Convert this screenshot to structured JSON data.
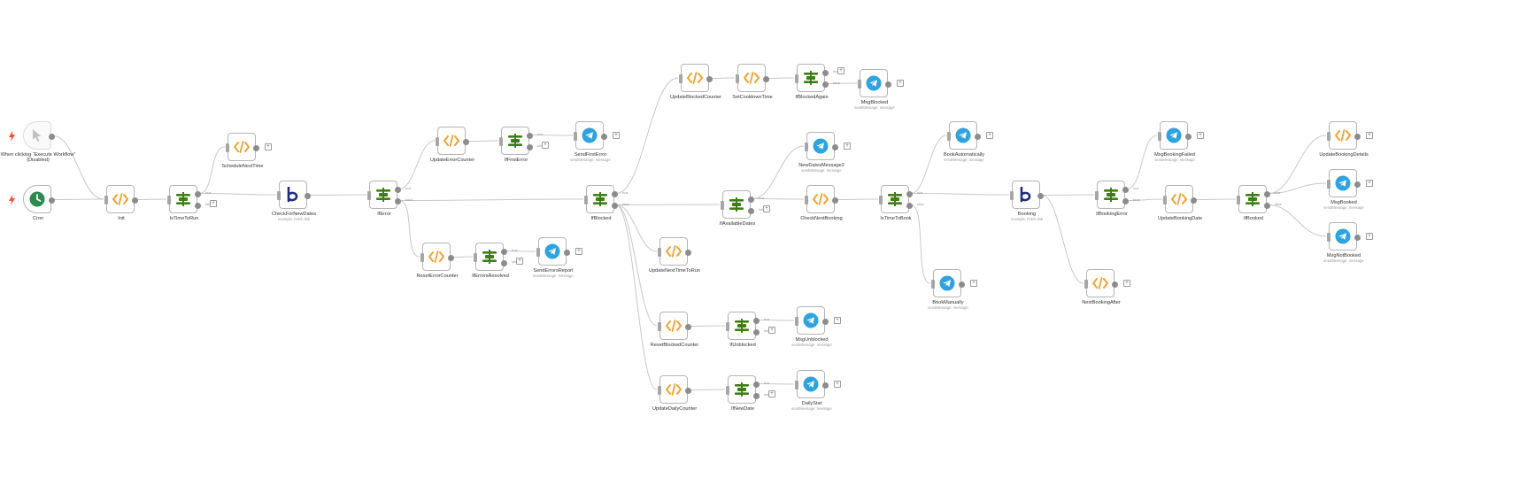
{
  "colors": {
    "canvas_bg": "#ffffff",
    "connection": "#c8c8c8",
    "node_border": "#b4b4b4",
    "code_icon": "#f2a232",
    "if_icon": "#3f7d17",
    "telegram_icon": "#2ea3dd",
    "schedule_icon": "#2b8a4e",
    "http_icon": "#1f2d78",
    "trigger_bolt": "#ff4b3a"
  },
  "condition_labels": {
    "true": "true",
    "false": "false"
  },
  "nodes": [
    {
      "id": "manual",
      "name": "When clicking “Execute Workflow” (Disabled)",
      "icon": "cursor-pointer-icon",
      "kind": "trigger",
      "disabled": true
    },
    {
      "id": "cron",
      "name": "Cron",
      "icon": "clock-icon",
      "kind": "trigger"
    },
    {
      "id": "init",
      "name": "Init",
      "icon": "code-icon",
      "kind": "code"
    },
    {
      "id": "istimetorun",
      "name": "IsTimeToRun",
      "icon": "if-icon",
      "kind": "if"
    },
    {
      "id": "schedulenexttime",
      "name": "ScheduleNextTime",
      "icon": "code-icon",
      "kind": "code"
    },
    {
      "id": "checkfornewdates",
      "name": "CheckForNewDates",
      "subtitle": "example: Fetch link",
      "icon": "http-request-icon",
      "kind": "http"
    },
    {
      "id": "iferror",
      "name": "IfError",
      "icon": "if-icon",
      "kind": "if"
    },
    {
      "id": "updateerrorcounter",
      "name": "UpdateErrorCounter",
      "icon": "code-icon",
      "kind": "code"
    },
    {
      "id": "iffirsterror",
      "name": "IfFirstError",
      "icon": "if-icon",
      "kind": "if"
    },
    {
      "id": "sendfirsterror",
      "name": "SendFirstError",
      "subtitle": "sendMessage: message",
      "icon": "telegram-icon",
      "kind": "telegram"
    },
    {
      "id": "reseterrorcounter",
      "name": "ResetErrorCounter",
      "icon": "code-icon",
      "kind": "code"
    },
    {
      "id": "iferrorsresolved",
      "name": "IfErrorsResolved",
      "icon": "if-icon",
      "kind": "if"
    },
    {
      "id": "senderrorsreport",
      "name": "SendErrorsReport",
      "subtitle": "sendMessage: message",
      "icon": "telegram-icon",
      "kind": "telegram"
    },
    {
      "id": "ifblocked",
      "name": "IfBlocked",
      "icon": "if-icon",
      "kind": "if"
    },
    {
      "id": "updateblockedcounter",
      "name": "UpdateBlockedCounter",
      "icon": "code-icon",
      "kind": "code"
    },
    {
      "id": "setcooldowntime",
      "name": "SetCooldownTime",
      "icon": "code-icon",
      "kind": "code"
    },
    {
      "id": "ifblockedagain",
      "name": "IfBlockedAgain",
      "icon": "if-icon",
      "kind": "if"
    },
    {
      "id": "msgblocked",
      "name": "MsgBlocked",
      "subtitle": "sendMessage: message",
      "icon": "telegram-icon",
      "kind": "telegram"
    },
    {
      "id": "updatenexttimetorun",
      "name": "UpdateNextTimeToRun",
      "icon": "code-icon",
      "kind": "code"
    },
    {
      "id": "resetblockedcounter",
      "name": "ResetBlockedCounter",
      "icon": "code-icon",
      "kind": "code"
    },
    {
      "id": "ifunblocked",
      "name": "IfUnblocked",
      "icon": "if-icon",
      "kind": "if"
    },
    {
      "id": "msgunblocked",
      "name": "MsgUnblocked",
      "subtitle": "sendMessage: message",
      "icon": "telegram-icon",
      "kind": "telegram"
    },
    {
      "id": "updatedailycounter",
      "name": "UpdateDailyCounter",
      "icon": "code-icon",
      "kind": "code"
    },
    {
      "id": "ifnewdate",
      "name": "IfNewDate",
      "icon": "if-icon",
      "kind": "if"
    },
    {
      "id": "dailystat",
      "name": "DailyStat",
      "subtitle": "sendMessage: message",
      "icon": "telegram-icon",
      "kind": "telegram"
    },
    {
      "id": "ifavailabledates",
      "name": "IfAvailableDates",
      "icon": "if-icon",
      "kind": "if"
    },
    {
      "id": "newdatesmessage2",
      "name": "NewDatesMessage2",
      "subtitle": "sendMessage: message",
      "icon": "telegram-icon",
      "kind": "telegram"
    },
    {
      "id": "checknextbooking",
      "name": "CheckNextBooking",
      "icon": "code-icon",
      "kind": "code"
    },
    {
      "id": "istimetobook",
      "name": "IsTimeToBook",
      "icon": "if-icon",
      "kind": "if"
    },
    {
      "id": "bookautomatically",
      "name": "BookAutomatically",
      "subtitle": "sendMessage: message",
      "icon": "telegram-icon",
      "kind": "telegram"
    },
    {
      "id": "bookmanually",
      "name": "BookManually",
      "subtitle": "sendMessage: message",
      "icon": "telegram-icon",
      "kind": "telegram"
    },
    {
      "id": "booking",
      "name": "Booking",
      "subtitle": "example: Fetch link",
      "icon": "http-request-icon",
      "kind": "http"
    },
    {
      "id": "ifbookingerror",
      "name": "IfBookingError",
      "icon": "if-icon",
      "kind": "if"
    },
    {
      "id": "msgbookingfailed",
      "name": "MsgBookingFailed",
      "subtitle": "sendMessage: message",
      "icon": "telegram-icon",
      "kind": "telegram"
    },
    {
      "id": "nextbookingafter",
      "name": "NextBookingAfter",
      "icon": "code-icon",
      "kind": "code"
    },
    {
      "id": "updatebookingdate",
      "name": "UpdateBookingDate",
      "icon": "code-icon",
      "kind": "code"
    },
    {
      "id": "ifbooked",
      "name": "IfBooked",
      "icon": "if-icon",
      "kind": "if"
    },
    {
      "id": "updatebookingdetails",
      "name": "UpdateBookingDetails",
      "icon": "code-icon",
      "kind": "code"
    },
    {
      "id": "msgbooked",
      "name": "MsgBooked",
      "subtitle": "sendMessage: message",
      "icon": "telegram-icon",
      "kind": "telegram"
    },
    {
      "id": "msgnotbooked",
      "name": "MsgNotBooked",
      "subtitle": "sendMessage: message",
      "icon": "telegram-icon",
      "kind": "telegram"
    }
  ],
  "connections": [
    [
      "manual",
      0,
      "init"
    ],
    [
      "cron",
      0,
      "init"
    ],
    [
      "init",
      0,
      "istimetorun"
    ],
    [
      "istimetorun",
      0,
      "schedulenexttime"
    ],
    [
      "istimetorun",
      0,
      "checkfornewdates"
    ],
    [
      "checkfornewdates",
      0,
      "iferror"
    ],
    [
      "iferror",
      0,
      "updateerrorcounter"
    ],
    [
      "iferror",
      1,
      "reseterrorcounter"
    ],
    [
      "iferror",
      1,
      "ifblocked"
    ],
    [
      "updateerrorcounter",
      0,
      "iffirsterror"
    ],
    [
      "iffirsterror",
      0,
      "sendfirsterror"
    ],
    [
      "reseterrorcounter",
      0,
      "iferrorsresolved"
    ],
    [
      "iferrorsresolved",
      0,
      "senderrorsreport"
    ],
    [
      "ifblocked",
      0,
      "updateblockedcounter"
    ],
    [
      "ifblocked",
      1,
      "ifavailabledates"
    ],
    [
      "ifblocked",
      1,
      "updatenexttimetorun"
    ],
    [
      "ifblocked",
      1,
      "resetblockedcounter"
    ],
    [
      "ifblocked",
      1,
      "updatedailycounter"
    ],
    [
      "updateblockedcounter",
      0,
      "setcooldowntime"
    ],
    [
      "setcooldowntime",
      0,
      "ifblockedagain"
    ],
    [
      "ifblockedagain",
      1,
      "msgblocked"
    ],
    [
      "resetblockedcounter",
      0,
      "ifunblocked"
    ],
    [
      "ifunblocked",
      0,
      "msgunblocked"
    ],
    [
      "updatedailycounter",
      0,
      "ifnewdate"
    ],
    [
      "ifnewdate",
      0,
      "dailystat"
    ],
    [
      "ifavailabledates",
      0,
      "newdatesmessage2"
    ],
    [
      "ifavailabledates",
      0,
      "checknextbooking"
    ],
    [
      "checknextbooking",
      0,
      "istimetobook"
    ],
    [
      "istimetobook",
      0,
      "bookautomatically"
    ],
    [
      "istimetobook",
      0,
      "booking"
    ],
    [
      "istimetobook",
      1,
      "bookmanually"
    ],
    [
      "booking",
      0,
      "ifbookingerror"
    ],
    [
      "booking",
      0,
      "nextbookingafter"
    ],
    [
      "ifbookingerror",
      0,
      "msgbookingfailed"
    ],
    [
      "ifbookingerror",
      1,
      "updatebookingdate"
    ],
    [
      "updatebookingdate",
      0,
      "ifbooked"
    ],
    [
      "ifbooked",
      0,
      "updatebookingdetails"
    ],
    [
      "ifbooked",
      0,
      "msgbooked"
    ],
    [
      "ifbooked",
      1,
      "msgnotbooked"
    ]
  ]
}
